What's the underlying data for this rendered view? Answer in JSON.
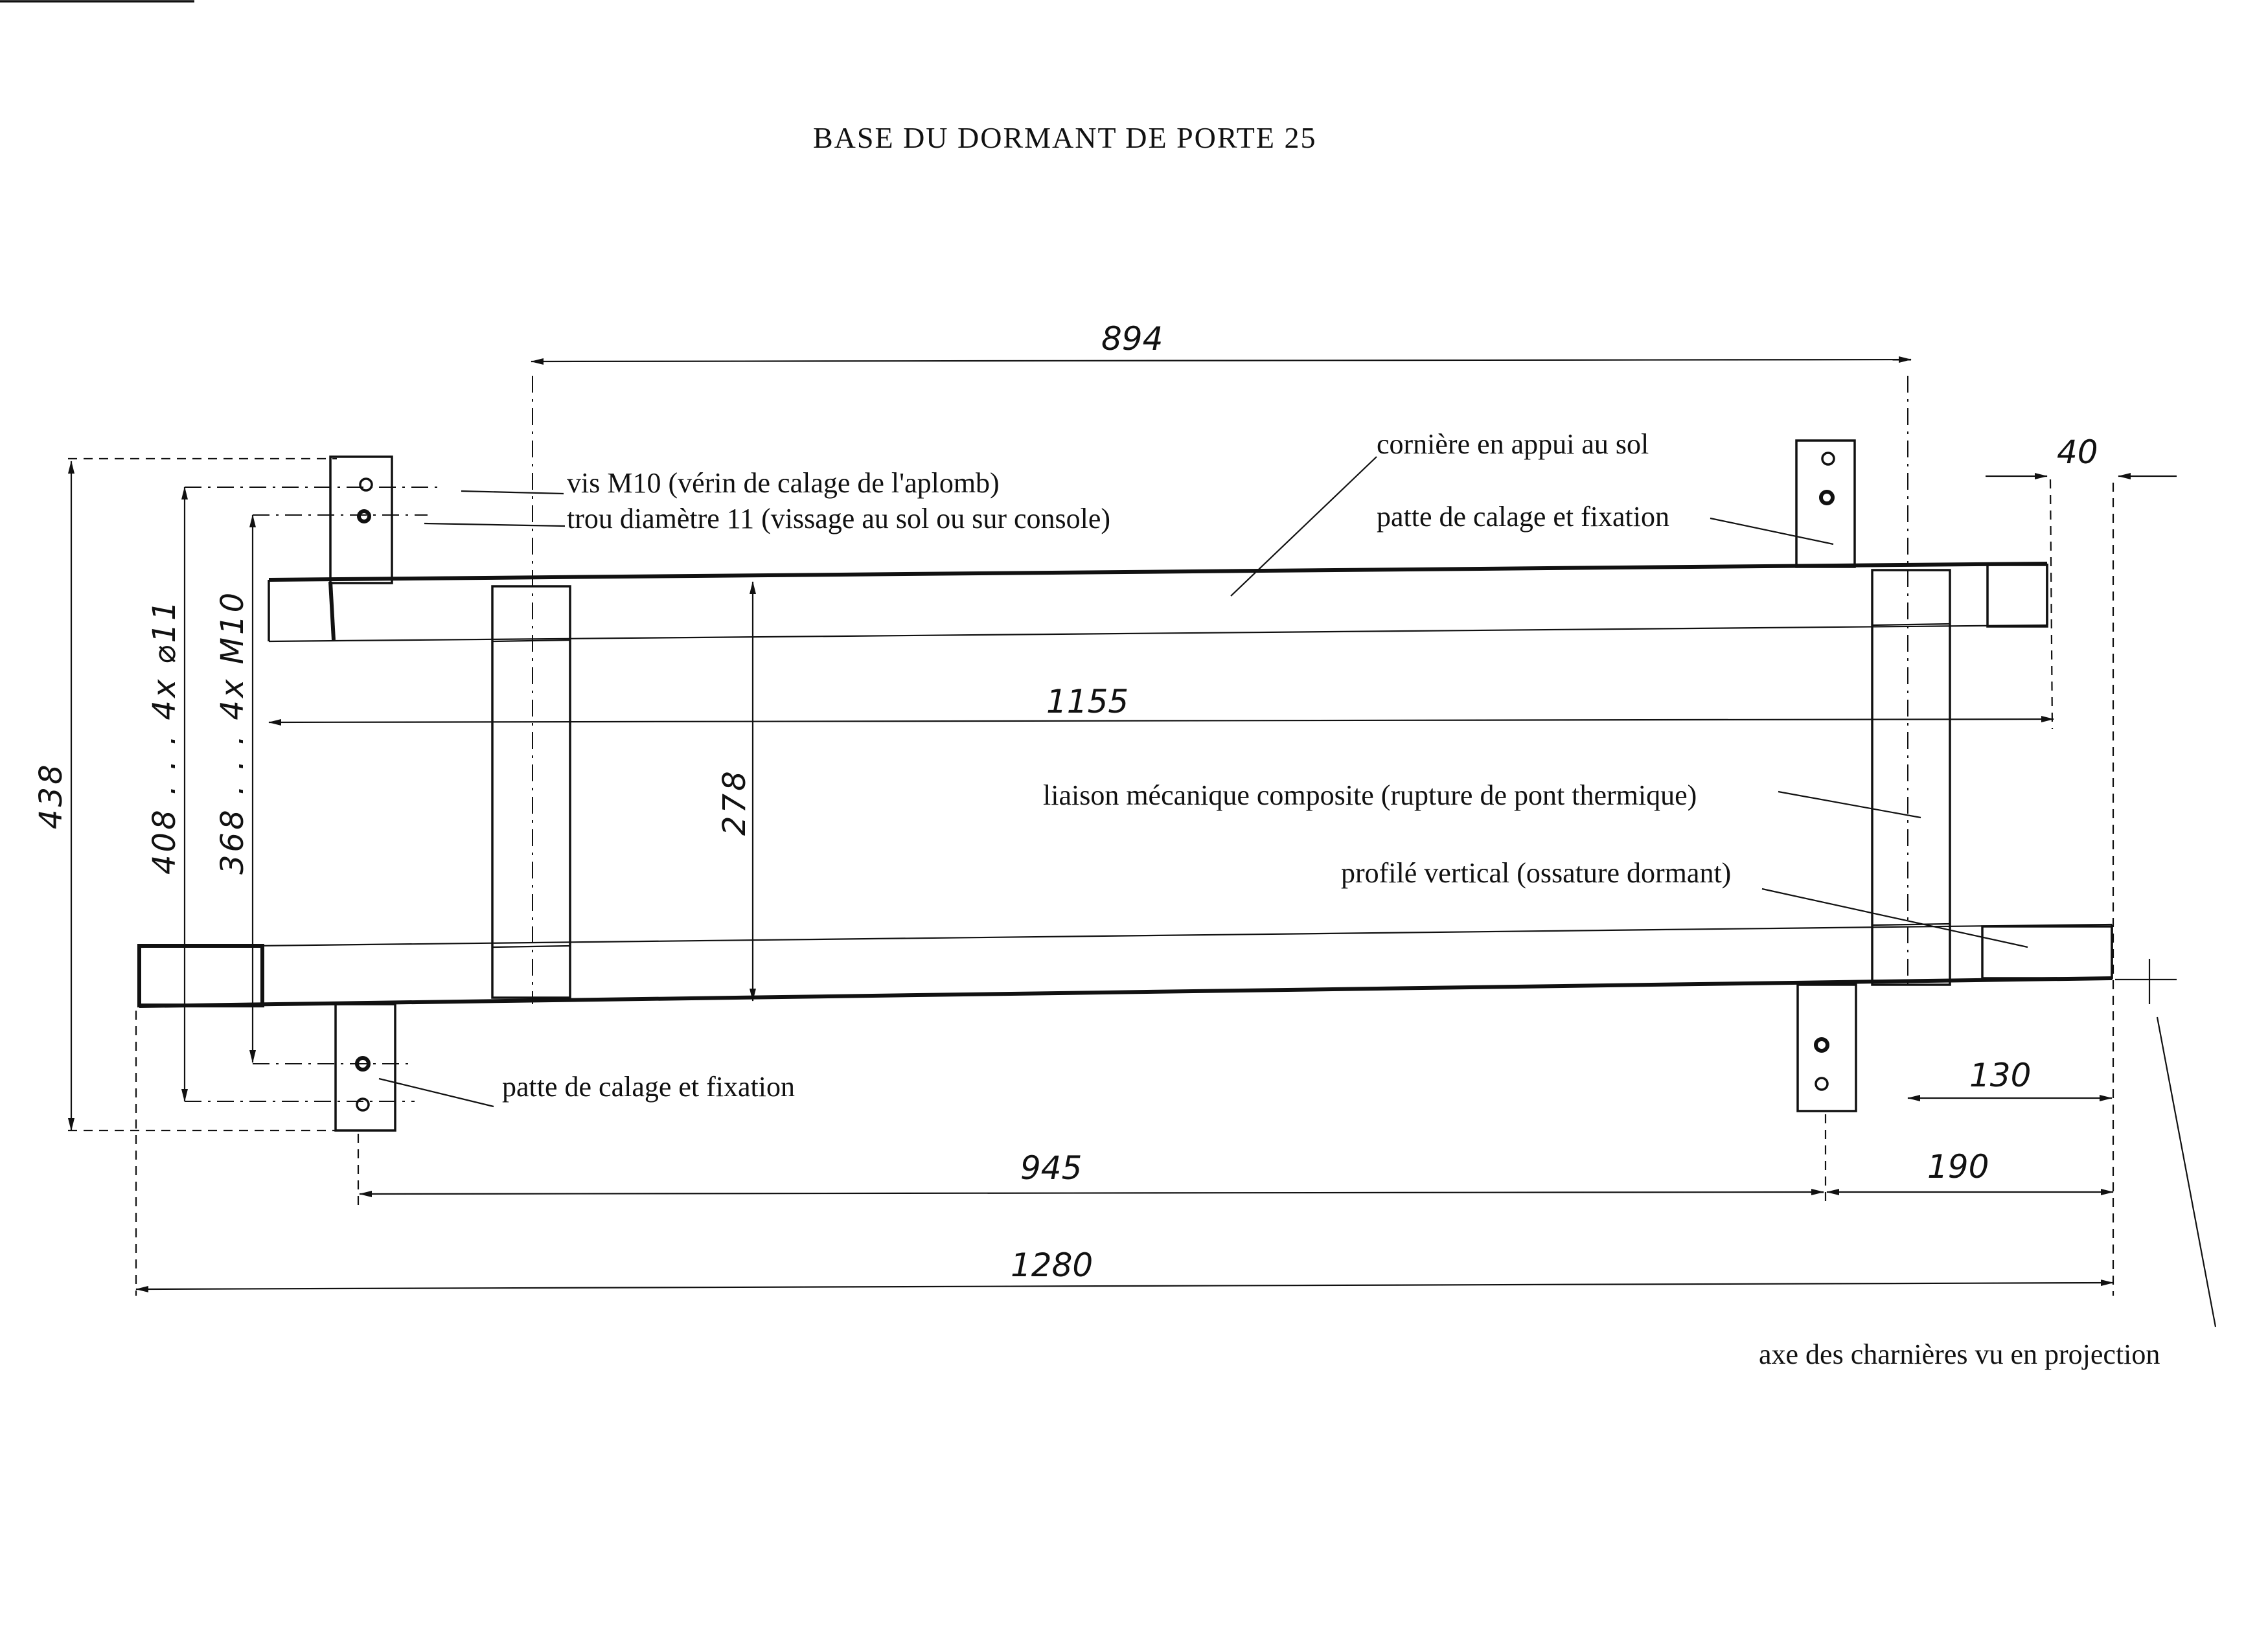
{
  "title": "BASE  DU  DORMANT  DE  PORTE 25",
  "labels": {
    "vis_m10": "vis M10 (vérin de calage de l'aplomb)",
    "trou": "trou diamètre 11 (vissage au sol ou sur console)",
    "corniere": "cornière en appui au sol",
    "patte_top": "patte de calage et fixation",
    "liaison": "liaison mécanique composite (rupture de pont thermique)",
    "profile": "profilé vertical (ossature dormant)",
    "patte_bottom": "patte de calage et fixation",
    "axe": "axe des charnières vu en projection"
  },
  "dimensions": {
    "d894": "894",
    "d40": "40",
    "d1155": "1155",
    "d278": "278",
    "d438": "438",
    "d408": "408 . . . 4x ⌀11",
    "d368": "368 . . . 4x M10",
    "d130": "130",
    "d945": "945",
    "d190": "190",
    "d1280": "1280"
  }
}
